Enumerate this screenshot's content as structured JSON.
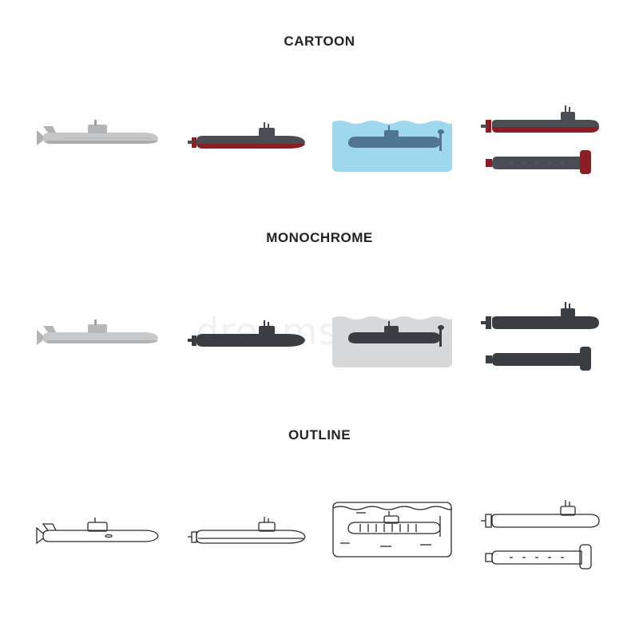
{
  "sections": [
    {
      "title": "CARTOON"
    },
    {
      "title": "MONOCHROME"
    },
    {
      "title": "OUTLINE"
    }
  ],
  "watermark": "dreamstime",
  "colors": {
    "cartoon_gray_hull": "#c4c6c8",
    "cartoon_dark_hull": "#4a4d53",
    "cartoon_red": "#8b1e24",
    "cartoon_water": "#9ed8ee",
    "cartoon_blue_sub": "#4f7494",
    "mono_light": "#c7c9cb",
    "mono_dark": "#3a3d42",
    "mono_water": "#d6d8da",
    "outline_stroke": "#2a2a2a"
  },
  "icons": [
    "gray-submarine-icon",
    "red-keel-submarine-icon",
    "underwater-submarine-icon",
    "twin-submarine-icon"
  ]
}
